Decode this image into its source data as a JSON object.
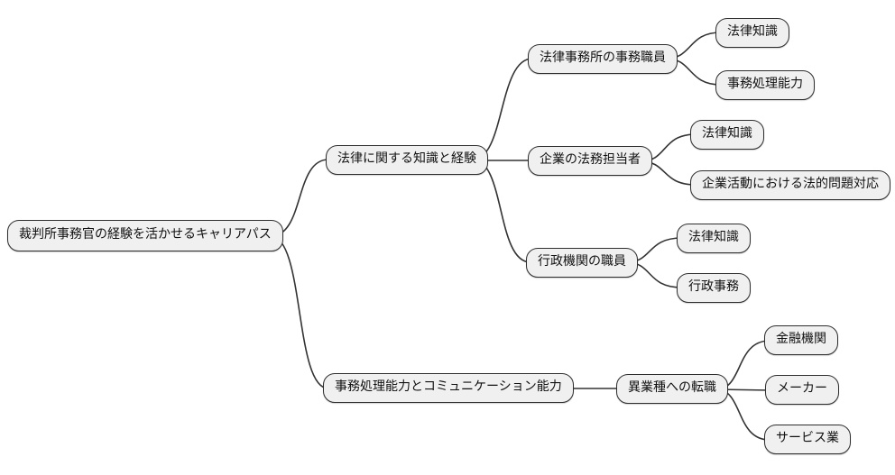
{
  "diagram": {
    "type": "mindmap",
    "orientation": "left-to-right",
    "colors": {
      "background": "#ffffff",
      "node_fill": "#f0f0f0",
      "node_border": "#2e2e2e",
      "edge": "#333333",
      "text": "#111111"
    },
    "root": {
      "label": "裁判所事務官の経験を活かせるキャリアパス",
      "children": [
        {
          "label": "法律に関する知識と経験",
          "children": [
            {
              "label": "法律事務所の事務職員",
              "children": [
                {
                  "label": "法律知識"
                },
                {
                  "label": "事務処理能力"
                }
              ]
            },
            {
              "label": "企業の法務担当者",
              "children": [
                {
                  "label": "法律知識"
                },
                {
                  "label": "企業活動における法的問題対応"
                }
              ]
            },
            {
              "label": "行政機関の職員",
              "children": [
                {
                  "label": "法律知識"
                },
                {
                  "label": "行政事務"
                }
              ]
            }
          ]
        },
        {
          "label": "事務処理能力とコミュニケーション能力",
          "children": [
            {
              "label": "異業種への転職",
              "children": [
                {
                  "label": "金融機関"
                },
                {
                  "label": "メーカー"
                },
                {
                  "label": "サービス業"
                }
              ]
            }
          ]
        }
      ]
    }
  }
}
